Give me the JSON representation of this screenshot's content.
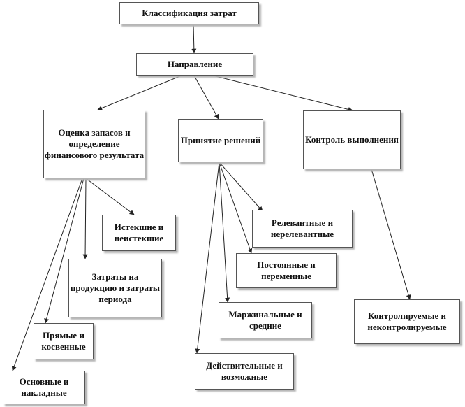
{
  "diagram": {
    "nodes": {
      "root": "Классификация затрат",
      "direction": "Направление",
      "valuation": "Оценка запасов и определение финансового результата",
      "decisions": "Принятие решений",
      "control": "Контроль выполнения",
      "expired": "Истекшие и неистекшие",
      "product_period": "Затраты на продукцию и затраты периода",
      "direct": "Прямые и косвенные",
      "main_overhead": "Основные и накладные",
      "relevant": "Релевантные и нерелевантные",
      "fixed_variable": "Постоянные и переменные",
      "marginal": "Маржинальные и средние",
      "actual": "Действительные и возможные",
      "controllable": "Контролируемые и неконтролируемые"
    },
    "edges": [
      [
        "root",
        "direction"
      ],
      [
        "direction",
        "valuation"
      ],
      [
        "direction",
        "decisions"
      ],
      [
        "direction",
        "control"
      ],
      [
        "valuation",
        "expired"
      ],
      [
        "valuation",
        "product_period"
      ],
      [
        "valuation",
        "direct"
      ],
      [
        "valuation",
        "main_overhead"
      ],
      [
        "decisions",
        "relevant"
      ],
      [
        "decisions",
        "fixed_variable"
      ],
      [
        "decisions",
        "marginal"
      ],
      [
        "decisions",
        "actual"
      ],
      [
        "control",
        "controllable"
      ]
    ],
    "colors": {
      "line": "#222222",
      "border": "#555555",
      "shadow": "#b5b5b5"
    }
  }
}
